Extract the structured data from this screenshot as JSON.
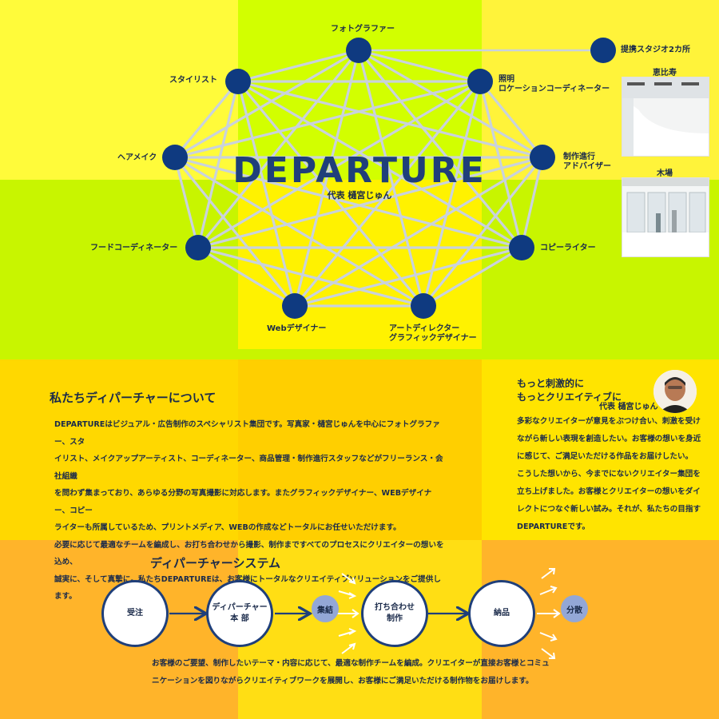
{
  "colors": {
    "navy": "#0f3a80",
    "line": "#c9d2dc",
    "text": "#1a2a4a"
  },
  "network": {
    "logo": "DEPARTURE",
    "logo_sub": "代表 樋宮じゅん",
    "nodes": {
      "photographer": "フォトグラファー",
      "stylist": "スタイリスト",
      "lighting": "照明",
      "location": "ロケーションコーディネーター",
      "hair": "ヘアメイク",
      "production": "制作進行",
      "advisor": "アドバイザー",
      "food": "フードコーディネーター",
      "copy": "コピーライター",
      "web": "Webデザイナー",
      "art": "アートディレクター",
      "graphic": "グラフィックデザイナー",
      "studio": "提携スタジオ2カ所"
    },
    "studios": {
      "ebisu": "恵比寿",
      "kiba": "木場"
    }
  },
  "about": {
    "title": "私たちディパーチャーについて",
    "paragraphs": [
      "DEPARTUREはビジュアル・広告制作のスペシャリスト集団です。写真家・樋宮じゅんを中心にフォトグラファー、スタ",
      "イリスト、メイクアップアーティスト、コーディネーター、商品管理・制作進行スタッフなどがフリーランス・会社組織",
      "を問わず集まっており、あらゆる分野の写真撮影に対応します。またグラフィックデザイナー、WEBデザイナー、コピー",
      "ライターも所属しているため、プリントメディア、WEBの作成などトータルにお任せいただけます。",
      "必要に応じて最適なチームを編成し、お打ち合わせから撮影、制作まですべてのプロセスにクリエイターの想いを込め、",
      "誠実に、そして真摯に。私たちDEPARTUREは、お客様にトータルなクリエイティブソリューションをご提供します。"
    ]
  },
  "message": {
    "head1": "もっと刺激的に",
    "head2": "もっとクリエイティブに",
    "name": "代表 樋宮じゅん",
    "lines": [
      "多彩なクリエイターが意見をぶつけ合い、刺激を受け",
      "ながら新しい表現を創造したい。お客様の想いを身近",
      "に感じて、ご満足いただける作品をお届けしたい。",
      "こうした想いから、今までにないクリエイター集団を",
      "立ち上げました。お客様とクリエイターの想いをダイ",
      "レクトにつなぐ新しい試み。それが、私たちの目指す",
      "DEPARTUREです。"
    ]
  },
  "system": {
    "title": "ディパーチャーシステム",
    "step1": "受注",
    "step2a": "ディパーチャー",
    "step2b": "本 部",
    "gather": "集結",
    "step3a": "打ち合わせ",
    "step3b": "制作",
    "step4": "納品",
    "spread": "分散",
    "footer1": "お客様のご要望、制作したいテーマ・内容に応じて、最適な制作チームを編成。クリエイターが直接お客様とコミュ",
    "footer2": "ニケーションを図りながらクリエイティブワークを展開し、お客様にご満足いただける制作物をお届けします。"
  }
}
